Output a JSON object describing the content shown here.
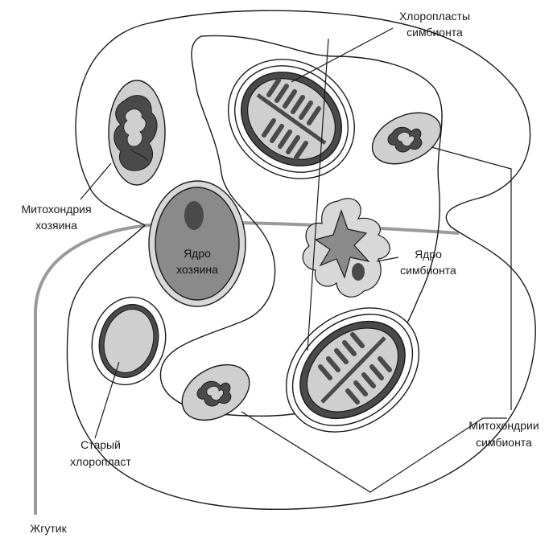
{
  "labels": {
    "chloroplasts_symbiont_line1": "Хлоропласты",
    "chloroplasts_symbiont_line2": "симбионта",
    "host_mitochondria_line1": "Митохондрия",
    "host_mitochondria_line2": "хозяина",
    "host_nucleus_line1": "Ядро",
    "host_nucleus_line2": "хозяина",
    "symbiont_nucleus_line1": "Ядро",
    "symbiont_nucleus_line2": "симбионта",
    "old_chloroplast_line1": "Старый",
    "old_chloroplast_line2": "хлоропласт",
    "symbiont_mitochondria_line1": "Митохондрии",
    "symbiont_mitochondria_line2": "симбионта",
    "flagellum": "Жгутик"
  },
  "colors": {
    "stroke": "#1a1a1a",
    "light_gray": "#cfcfcf",
    "mid_gray": "#8a8a8a",
    "dark_gray": "#4a4a4a",
    "flagellum": "#9a9a9a"
  }
}
